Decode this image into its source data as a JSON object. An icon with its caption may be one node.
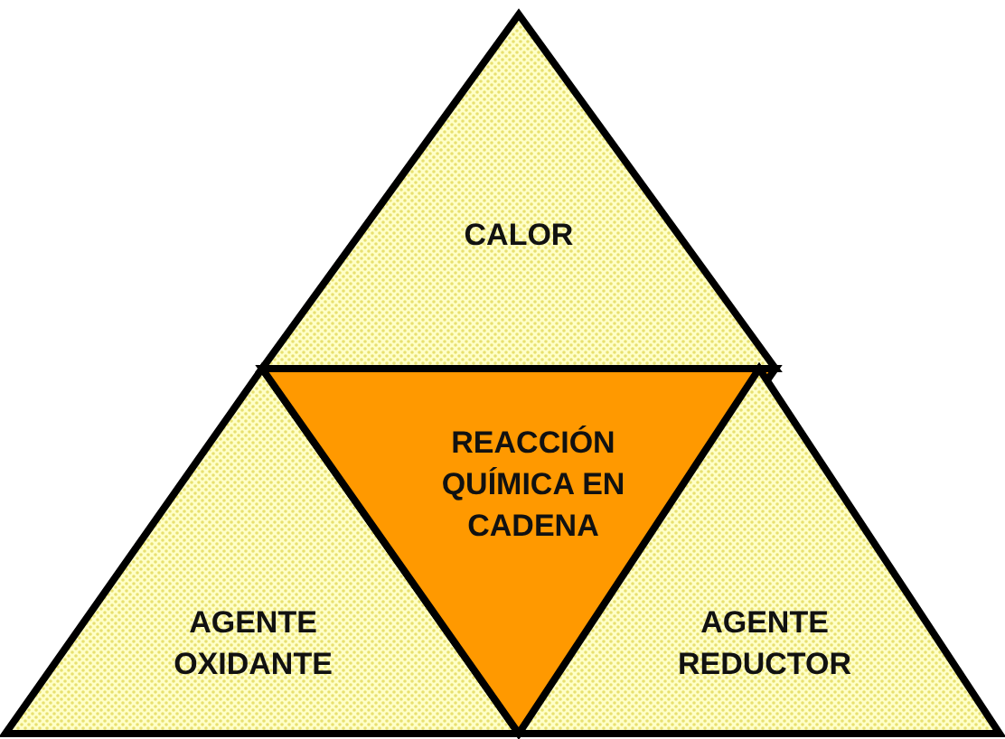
{
  "diagram": {
    "nodes": [
      {
        "text": [
          "CALOR"
        ]
      },
      {
        "text": [
          "AGENTE OXIDANTE"
        ]
      },
      {
        "text": [
          "REACCIÓN QUÍMICA EN CADENA"
        ]
      },
      {
        "text": [
          "AGENTE REDUCTOR"
        ]
      }
    ]
  }
}
